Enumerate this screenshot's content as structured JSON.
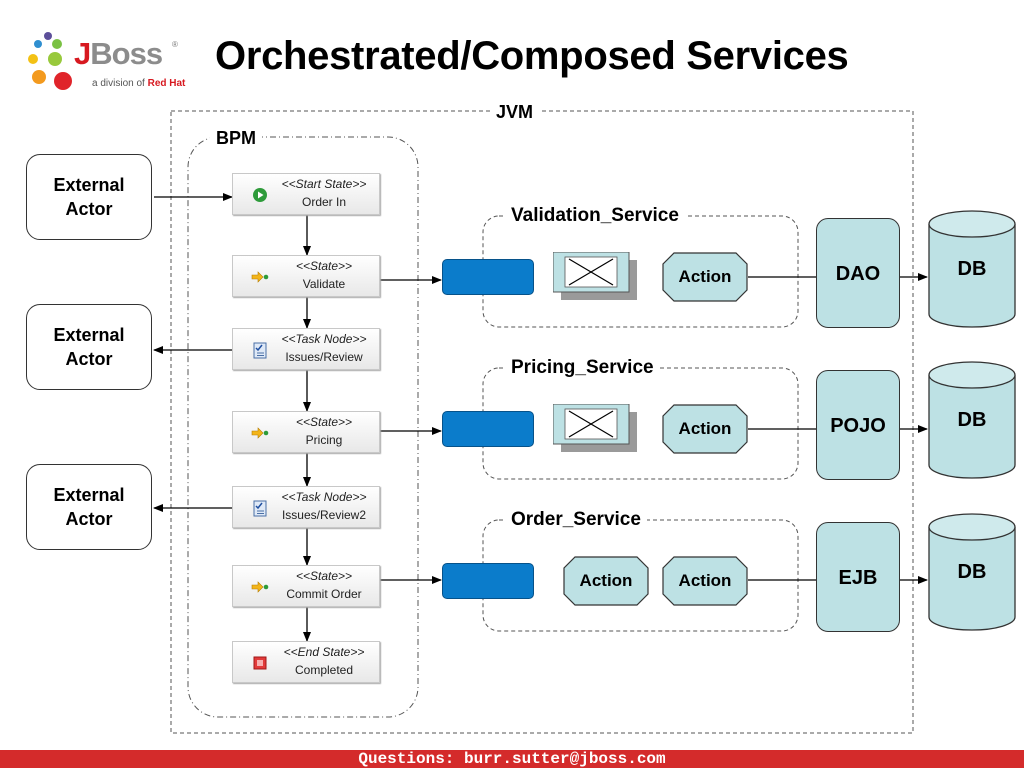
{
  "title": "Orchestrated/Composed Services",
  "logo": {
    "brand_j": "J",
    "brand_rest": "Boss",
    "registered": "®",
    "subtitle_prefix": "a division of",
    "subtitle_brand": "Red Hat"
  },
  "groups": {
    "jvm": "JVM",
    "bpm": "BPM"
  },
  "actors": [
    {
      "label": "External Actor"
    },
    {
      "label": "External Actor"
    },
    {
      "label": "External Actor"
    }
  ],
  "nodes": [
    {
      "stereotype": "<<Start State>>",
      "name": "Order In",
      "icon": "start-play-icon"
    },
    {
      "stereotype": "<<State>>",
      "name": "Validate",
      "icon": "state-arrow-icon"
    },
    {
      "stereotype": "<<Task Node>>",
      "name": "Issues/Review",
      "icon": "task-checklist-icon"
    },
    {
      "stereotype": "<<State>>",
      "name": "Pricing",
      "icon": "state-arrow-icon"
    },
    {
      "stereotype": "<<Task Node>>",
      "name": "Issues/Review2",
      "icon": "task-checklist-icon"
    },
    {
      "stereotype": "<<State>>",
      "name": "Commit Order",
      "icon": "state-arrow-icon"
    },
    {
      "stereotype": "<<End State>>",
      "name": "Completed",
      "icon": "end-stop-icon"
    }
  ],
  "services": [
    {
      "name": "Validation_Service",
      "actions": [
        "Action"
      ],
      "component": "DAO",
      "db": "DB"
    },
    {
      "name": "Pricing_Service",
      "actions": [
        "Action"
      ],
      "component": "POJO",
      "db": "DB"
    },
    {
      "name": "Order_Service",
      "actions": [
        "Action",
        "Action"
      ],
      "component": "EJB",
      "db": "DB"
    }
  ],
  "footer": "Questions: burr.sutter@jboss.com",
  "colors": {
    "accent_blue": "#0b7ccb",
    "teal_fill": "#bde1e4",
    "footer_red": "#d42b2b",
    "brand_red": "#d71920"
  }
}
